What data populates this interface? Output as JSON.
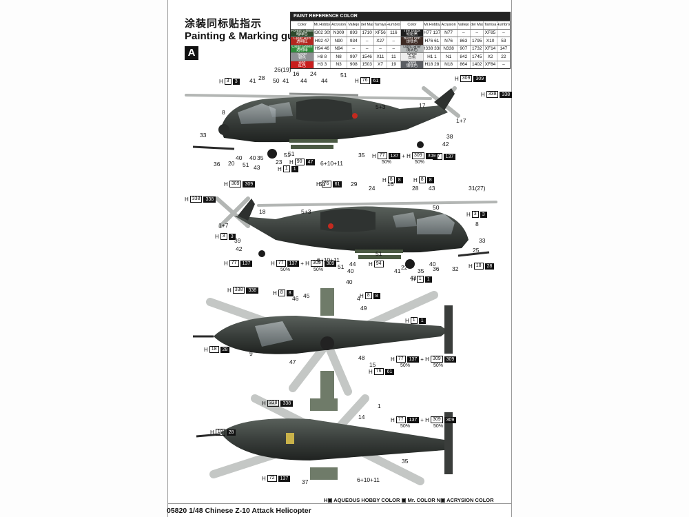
{
  "header": {
    "title_cn": "涂装同标贴指示",
    "title_en": "Painting & Marking guide",
    "badge": "A"
  },
  "paint_table": {
    "title": "PAINT REFERENCE COLOR",
    "headers": [
      "Color",
      "Mr.Hobby",
      "Acrysion",
      "Vallejo",
      "Model Master",
      "Tamiya",
      "Humbrol"
    ],
    "left": [
      {
        "name": "Forest Green",
        "name_cn": "暗绿色",
        "swatch": "#2e4a2c",
        "hob": "302",
        "hob2": "309",
        "acr": "N309",
        "val": "893",
        "mm": "1710",
        "tam": "XF56",
        "hum": "116"
      },
      {
        "name": "Clear Red",
        "name_cn": "透明红",
        "swatch": "#b3271f",
        "hob": "92",
        "hob2": "47",
        "acr": "N90",
        "val": "934",
        "mm": "–",
        "tam": "X27",
        "hum": "–"
      },
      {
        "name": "Clear Green",
        "name_cn": "透明绿",
        "swatch": "#2f8c3b",
        "hob": "94",
        "hob2": "46",
        "acr": "N94",
        "val": "–",
        "mm": "–",
        "tam": "–",
        "hum": "–"
      },
      {
        "name": "Silver",
        "name_cn": "银色",
        "swatch": "#8f9194",
        "hob": "8",
        "hob2": "8",
        "acr": "N8",
        "val": "997",
        "mm": "1546",
        "tam": "X11",
        "hum": "11"
      },
      {
        "name": "Red",
        "name_cn": "红色",
        "swatch": "#c91d1d",
        "hob": "3",
        "hob2": "3",
        "acr": "N3",
        "val": "908",
        "mm": "1503",
        "tam": "X7",
        "hum": "19"
      }
    ],
    "right": [
      {
        "name": "Tire Black",
        "name_cn": "轮胎黑",
        "swatch": "#1e1e1e",
        "hob": "77",
        "hob2": "137",
        "acr": "N77",
        "val": "–",
        "mm": "–",
        "tam": "XF85",
        "hum": "–"
      },
      {
        "name": "Burnt Iron",
        "name_cn": "烧铁色",
        "swatch": "#3d2a23",
        "hob": "76",
        "hob2": "61",
        "acr": "N76",
        "val": "863",
        "mm": "1795",
        "tam": "X10",
        "hum": "53"
      },
      {
        "name": "Light Gray",
        "name_cn": "浅灰色",
        "swatch": "#b9bdbd",
        "hob": "338",
        "hob2": "338",
        "acr": "N338",
        "val": "907",
        "mm": "1732",
        "tam": "XF14",
        "hum": "147"
      },
      {
        "name": "White",
        "name_cn": "白色",
        "swatch": "#eeeeee",
        "hob": "1",
        "hob2": "1",
        "acr": "N1",
        "val": "842",
        "mm": "1745",
        "tam": "X2",
        "hum": "22"
      },
      {
        "name": "Steel",
        "name_cn": "钢铁色",
        "swatch": "#5a5d62",
        "hob": "18",
        "hob2": "28",
        "acr": "N18",
        "val": "864",
        "mm": "1402",
        "tam": "XF84",
        "hum": "–"
      }
    ]
  },
  "view1": {
    "parts": [
      "26(19)",
      "16",
      "24",
      "41",
      "28",
      "50",
      "41",
      "44",
      "44",
      "51",
      "8",
      "5+3",
      "17",
      "1+7",
      "33",
      "38",
      "42",
      "40",
      "35",
      "51",
      "23",
      "51",
      "36",
      "20",
      "40",
      "51",
      "43",
      "35",
      "6+10+11"
    ],
    "codes": [
      {
        "h": "H",
        "n": "3",
        "m": "3",
        "dark": true
      },
      {
        "h": "H",
        "n": "76",
        "m": "61",
        "dark": true
      },
      {
        "h": "H",
        "n": "309",
        "m": "309",
        "dark": false
      },
      {
        "h": "H",
        "n": "338",
        "m": "338",
        "dark": false
      },
      {
        "h": "H",
        "n": "90",
        "m": "47",
        "dark": false
      },
      {
        "h": "H",
        "n": "1",
        "m": "1",
        "dark": true
      },
      {
        "h": "H",
        "n": "77",
        "m": "137",
        "dark": false,
        "plus": "+ H",
        "n2": "309",
        "m2": "309",
        "p1": "50%",
        "p2": "50%"
      },
      {
        "h": "H",
        "n": "77",
        "m": "137",
        "dark": false
      },
      {
        "h": "H",
        "n": "309",
        "m": "309",
        "dark": false
      }
    ]
  },
  "view2": {
    "parts": [
      "51",
      "29",
      "24",
      "16",
      "28",
      "43",
      "31(27)",
      "18",
      "5+3",
      "50",
      "1+7",
      "8",
      "39",
      "33",
      "42",
      "25",
      "6+10+11",
      "44",
      "51",
      "40",
      "22",
      "36",
      "32",
      "51",
      "41",
      "35",
      "40",
      "43"
    ],
    "codes": [
      {
        "h": "H",
        "n": "309",
        "m": "309"
      },
      {
        "h": "H",
        "n": "76",
        "m": "61"
      },
      {
        "h": "H",
        "n": "8",
        "m": "8"
      },
      {
        "h": "H",
        "n": "8",
        "m": "8"
      },
      {
        "h": "H",
        "n": "338",
        "m": "338"
      },
      {
        "h": "H",
        "n": "3",
        "m": "3"
      },
      {
        "h": "H",
        "n": "3",
        "m": "3"
      },
      {
        "h": "H",
        "n": "77",
        "m": "137"
      },
      {
        "h": "H",
        "n": "77",
        "m": "137",
        "plus": "+ H",
        "n2": "309",
        "m2": "309",
        "p1": "50%",
        "p2": "50%"
      },
      {
        "h": "H",
        "n": "94",
        "m": ""
      },
      {
        "h": "H",
        "n": "1",
        "m": "1"
      },
      {
        "h": "H",
        "n": "18",
        "m": "28"
      }
    ]
  },
  "view3": {
    "parts": [
      "40",
      "46",
      "45",
      "4",
      "49",
      "9",
      "47",
      "48",
      "15"
    ],
    "codes": [
      {
        "h": "H",
        "n": "338",
        "m": "338"
      },
      {
        "h": "H",
        "n": "8",
        "m": "8"
      },
      {
        "h": "H",
        "n": "8",
        "m": "8"
      },
      {
        "h": "H",
        "n": "1",
        "m": "1"
      },
      {
        "h": "H",
        "n": "18",
        "m": "28"
      },
      {
        "h": "H",
        "n": "77",
        "m": "137",
        "plus": "+ H",
        "n2": "309",
        "m2": "309",
        "p1": "50%",
        "p2": "50%"
      },
      {
        "h": "H",
        "n": "76",
        "m": "61"
      }
    ]
  },
  "view4": {
    "parts": [
      "14",
      "1",
      "35",
      "37",
      "6+10+11"
    ],
    "codes": [
      {
        "h": "H",
        "n": "338",
        "m": "338"
      },
      {
        "h": "H",
        "n": "18",
        "m": "28"
      },
      {
        "h": "H",
        "n": "77",
        "m": "137",
        "plus": "+ H",
        "n2": "309",
        "m2": "309",
        "p1": "50%",
        "p2": "50%"
      },
      {
        "h": "H",
        "n": "72",
        "m": "137"
      }
    ]
  },
  "legend": "H▣ AQUEOUS HOBBY COLOR   ▣ Mr. COLOR   N▣ ACRYSION COLOR",
  "footer": "05820 1/48  Chinese Z-10 Attack Helicopter",
  "colors": {
    "fuselage": "#3b3f3c",
    "fuselage_dark": "#262927",
    "rotor": "#b6bab8",
    "star_red": "#c42a1f",
    "missile": "#4b5a43"
  }
}
